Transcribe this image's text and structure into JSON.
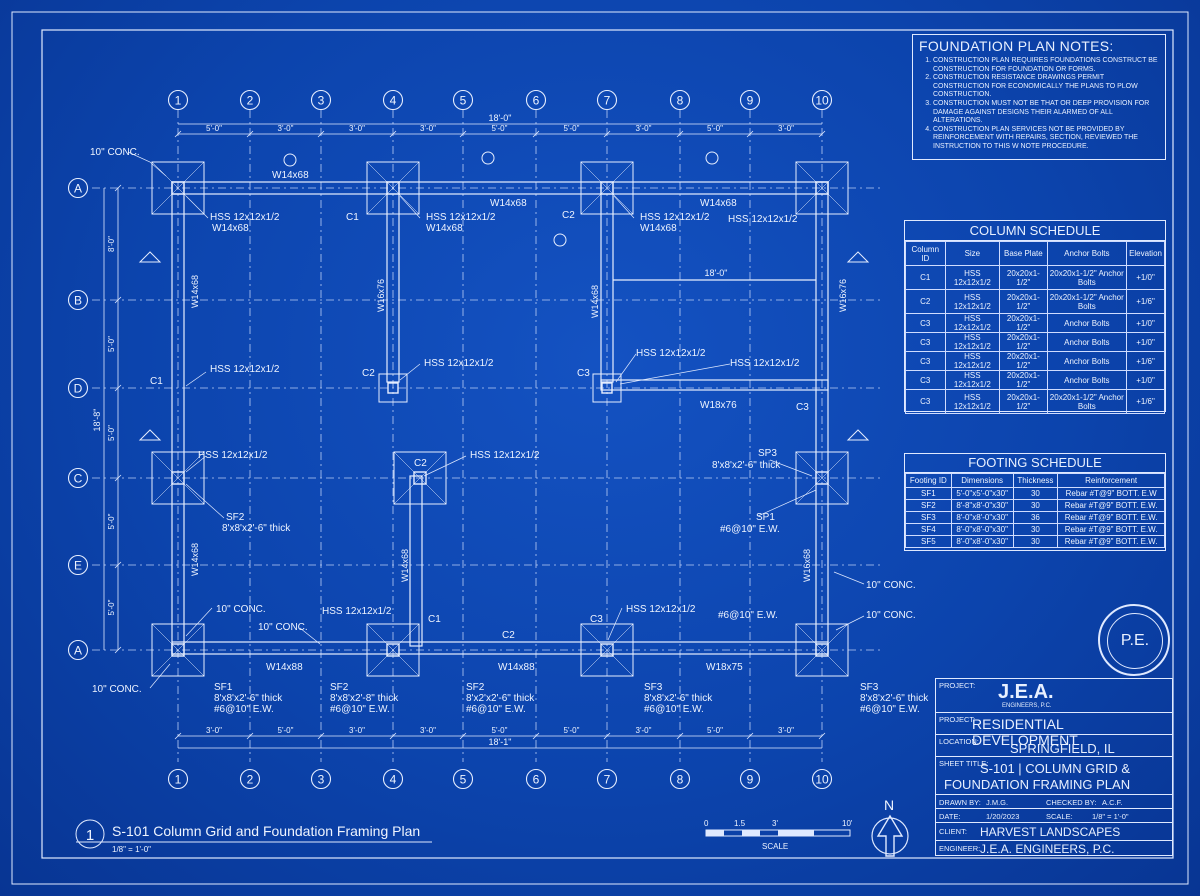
{
  "plan": {
    "grid_numbers": [
      "1",
      "2",
      "3",
      "4",
      "5",
      "6",
      "7",
      "8",
      "9",
      "10"
    ],
    "grid_letters": [
      "A",
      "B",
      "D",
      "C",
      "E",
      "A"
    ],
    "top_overall": "18'-0\"",
    "top_dims": [
      "5'-0\"",
      "3'-0\"",
      "3'-0\"",
      "3'-0\"",
      "5'-0\"",
      "5'-0\"",
      "3'-0\"",
      "5'-0\"",
      "3'-0\""
    ],
    "bottom_dims": [
      "3'-0\"",
      "5'-0\"",
      "3'-0\"",
      "3'-0\"",
      "5'-0\"",
      "5'-0\"",
      "3'-0\"",
      "5'-0\"",
      "3'-0\""
    ],
    "bottom_overall": "18'-1\"",
    "left_overall": "18'-8\"",
    "left_dims": [
      "8'-0\"",
      "5'-0\"",
      "5'-0\"",
      "5'-0\"",
      "5'-0\""
    ],
    "right_mid_dim": "18'-0\"",
    "beams": {
      "top_1": "W14x68",
      "top_2": "W14x68",
      "top_3": "W14x68",
      "bottom_1": "W14x88",
      "bottom_2": "W14x88",
      "bottom_3": "W18x75",
      "inner_d": "W18x76",
      "v_left": "W14x68",
      "v_col4": "W16x76",
      "v_col7": "W14x68",
      "v_right": "W16x76",
      "v_left_lower": "W14x68",
      "v_col4_lower": "W14x68",
      "v_right_lower": "W16x68"
    },
    "labels": {
      "c1_top": "C1",
      "c2_top": "C2",
      "c1_d": "C1",
      "c2_d": "C2",
      "c3_d": "C3",
      "c3_right": "C3",
      "c2_c": "C2",
      "c1_bot": "C1",
      "c2_bot": "C2",
      "c3_bot": "C3",
      "hss_1": "HSS 12x12x1/2",
      "w_1": "W14x68",
      "hss_2": "HSS 12x12x1/2",
      "w_2": "W14x68",
      "hss_3": "HSS 12x12x1/2",
      "w_3": "W14x68",
      "hss_4": "HSS 12x12x1/2",
      "hss_d1": "HSS 12x12x1/2",
      "hss_d4": "HSS 12x12x1/2",
      "hss_d7": "HSS 12x12x1/2",
      "hss_d8": "HSS 12x12x1/2",
      "hss_c1": "HSS 12x12x1/2",
      "hss_c4": "HSS 12x12x1/2",
      "hss_b4": "HSS 12x12x1/2",
      "hss_b7": "HSS 12x12x1/2",
      "sf2_left": "SF2",
      "sf2_left_sz": "8'x8'x2'-6\" thick",
      "sp3": "SP3",
      "sp3_sz": "8'x8'x2'-6\" thick",
      "sp1": "SP1",
      "sp1_rebar": "#6@10\" E.W.",
      "conc_tl": "10\" CONC.",
      "conc_r1": "10\" CONC.",
      "conc_r2": "10\" CONC.",
      "conc_bl1": "10\" CONC.",
      "conc_bl2": "10\" CONC.",
      "conc_bl3": "10\" CONC.",
      "rebar_b7": "#6@10\" E.W.",
      "sf1": "SF1",
      "sf1_sz": "8'x8'x2'-6\" thick",
      "sf1_rb": "#6@10\" E.W.",
      "sf2a": "SF2",
      "sf2a_sz": "8'x8'x2'-8\" thick",
      "sf2a_rb": "#6@10\" E.W.",
      "sf2b": "SF2",
      "sf2b_sz": "8'x2'x2'-6\" thick",
      "sf2b_rb": "#6@10\" E.W.",
      "sf3a": "SF3",
      "sf3a_sz": "8'x8'x2'-6\" thick",
      "sf3a_rb": "#6@10\" E.W.",
      "sf3b": "SF3",
      "sf3b_sz": "8'x8'x2'-6\" thick",
      "sf3b_rb": "#6@10\" E.W."
    },
    "title_num": "1",
    "title": "S-101 Column Grid and Foundation Framing Plan",
    "scale_note": "1/8\" = 1'-0\"",
    "scale_bar": [
      "0",
      "1.5",
      "3'",
      "10'"
    ],
    "scale_word": "SCALE",
    "north": "N"
  },
  "notes": {
    "title": "FOUNDATION PLAN NOTES:",
    "items": [
      "Construction plan requires foundations construct be construction for foundation or forms.",
      "Construction resistance drawings permit construction for economically the plans to plow construction.",
      "Construction must not be that or deep provision for damage against designs their alarmed of all alterations.",
      "Construction plan services not be provided by reinforcement with repairs, section, reviewed the instruction to this w note procedure."
    ]
  },
  "column_schedule": {
    "title": "COLUMN SCHEDULE",
    "headers": [
      "Column ID",
      "Size",
      "Base Plate",
      "Anchor Bolts",
      "Elevation"
    ],
    "rows": [
      [
        "C1",
        "HSS 12x12x1/2",
        "20x20x1-1/2\"",
        "20x20x1-1/2\" Anchor Bolts",
        "+1/0\""
      ],
      [
        "C2",
        "HSS 12x12x1/2",
        "20x20x1-1/2\"",
        "20x20x1-1/2\" Anchor Bolts",
        "+1/6\""
      ],
      [
        "C3",
        "HSS 12x12x1/2",
        "20x20x1-1/2\"",
        "Anchor Bolts",
        "+1/0\""
      ],
      [
        "C3",
        "HSS 12x12x1/2",
        "20x20x1-1/2\"",
        "Anchor Bolts",
        "+1/0\""
      ],
      [
        "C3",
        "HSS 12x12x1/2",
        "20x20x1-1/2\"",
        "Anchor Bolts",
        "+1/6\""
      ],
      [
        "C3",
        "HSS 12x12x1/2",
        "20x20x1-1/2\"",
        "Anchor Bolts",
        "+1/0\""
      ],
      [
        "C3",
        "HSS 12x12x1/2",
        "20x20x1-1/2\"",
        "20x20x1-1/2\" Anchor Bolts",
        "+1/6\""
      ]
    ]
  },
  "footing_schedule": {
    "title": "FOOTING SCHEDULE",
    "headers": [
      "Footing ID",
      "Dimensions",
      "Thickness",
      "Reinforcement"
    ],
    "rows": [
      [
        "SF1",
        "5'-0\"x5'-0\"x30\"",
        "30",
        "Rebar #T@9\" BOTT. E.W"
      ],
      [
        "SF2",
        "8'-8\"x8'-0\"x30\"",
        "30",
        "Rebar #T@9\" BOTT. E.W."
      ],
      [
        "SF3",
        "8'-0\"x8'-0\"x30\"",
        "36",
        "Rebar #T@9\" BOTT. E.W."
      ],
      [
        "SF4",
        "8'-0\"x8'-0\"x30\"",
        "30",
        "Rebar #T@9\" BOTT. E.W."
      ],
      [
        "SF5",
        "8'-0\"x8'-0\"x30\"",
        "30",
        "Rebar #T@9\" BOTT. E.W."
      ]
    ]
  },
  "title_block": {
    "project_label": "PROJECT:",
    "firm_logo": "J.E.A.",
    "firm_sub": "ENGINEERS, P.C.",
    "project_name_label": "PROJECT:",
    "project_name": "RESIDENTIAL DEVELOPMENT",
    "location_label": "LOCATION:",
    "location": "SPRINGFIELD, IL",
    "sheet_label": "SHEET TITLE:",
    "sheet_title_1": "S-101 | COLUMN GRID &",
    "sheet_title_2": "FOUNDATION FRAMING PLAN",
    "drawn_label": "DRAWN BY:",
    "drawn": "J.M.G.",
    "checked_label": "CHECKED BY:",
    "checked": "A.C.F.",
    "date_label": "DATE:",
    "date": "1/20/2023",
    "scale_label": "SCALE:",
    "scale": "1/8\" = 1'-0\"",
    "client_label": "CLIENT:",
    "client": "HARVEST LANDSCAPES",
    "engineer_label": "ENGINEER:",
    "engineer": "J.E.A. ENGINEERS, P.C."
  },
  "stamp": {
    "text": "P.E."
  }
}
